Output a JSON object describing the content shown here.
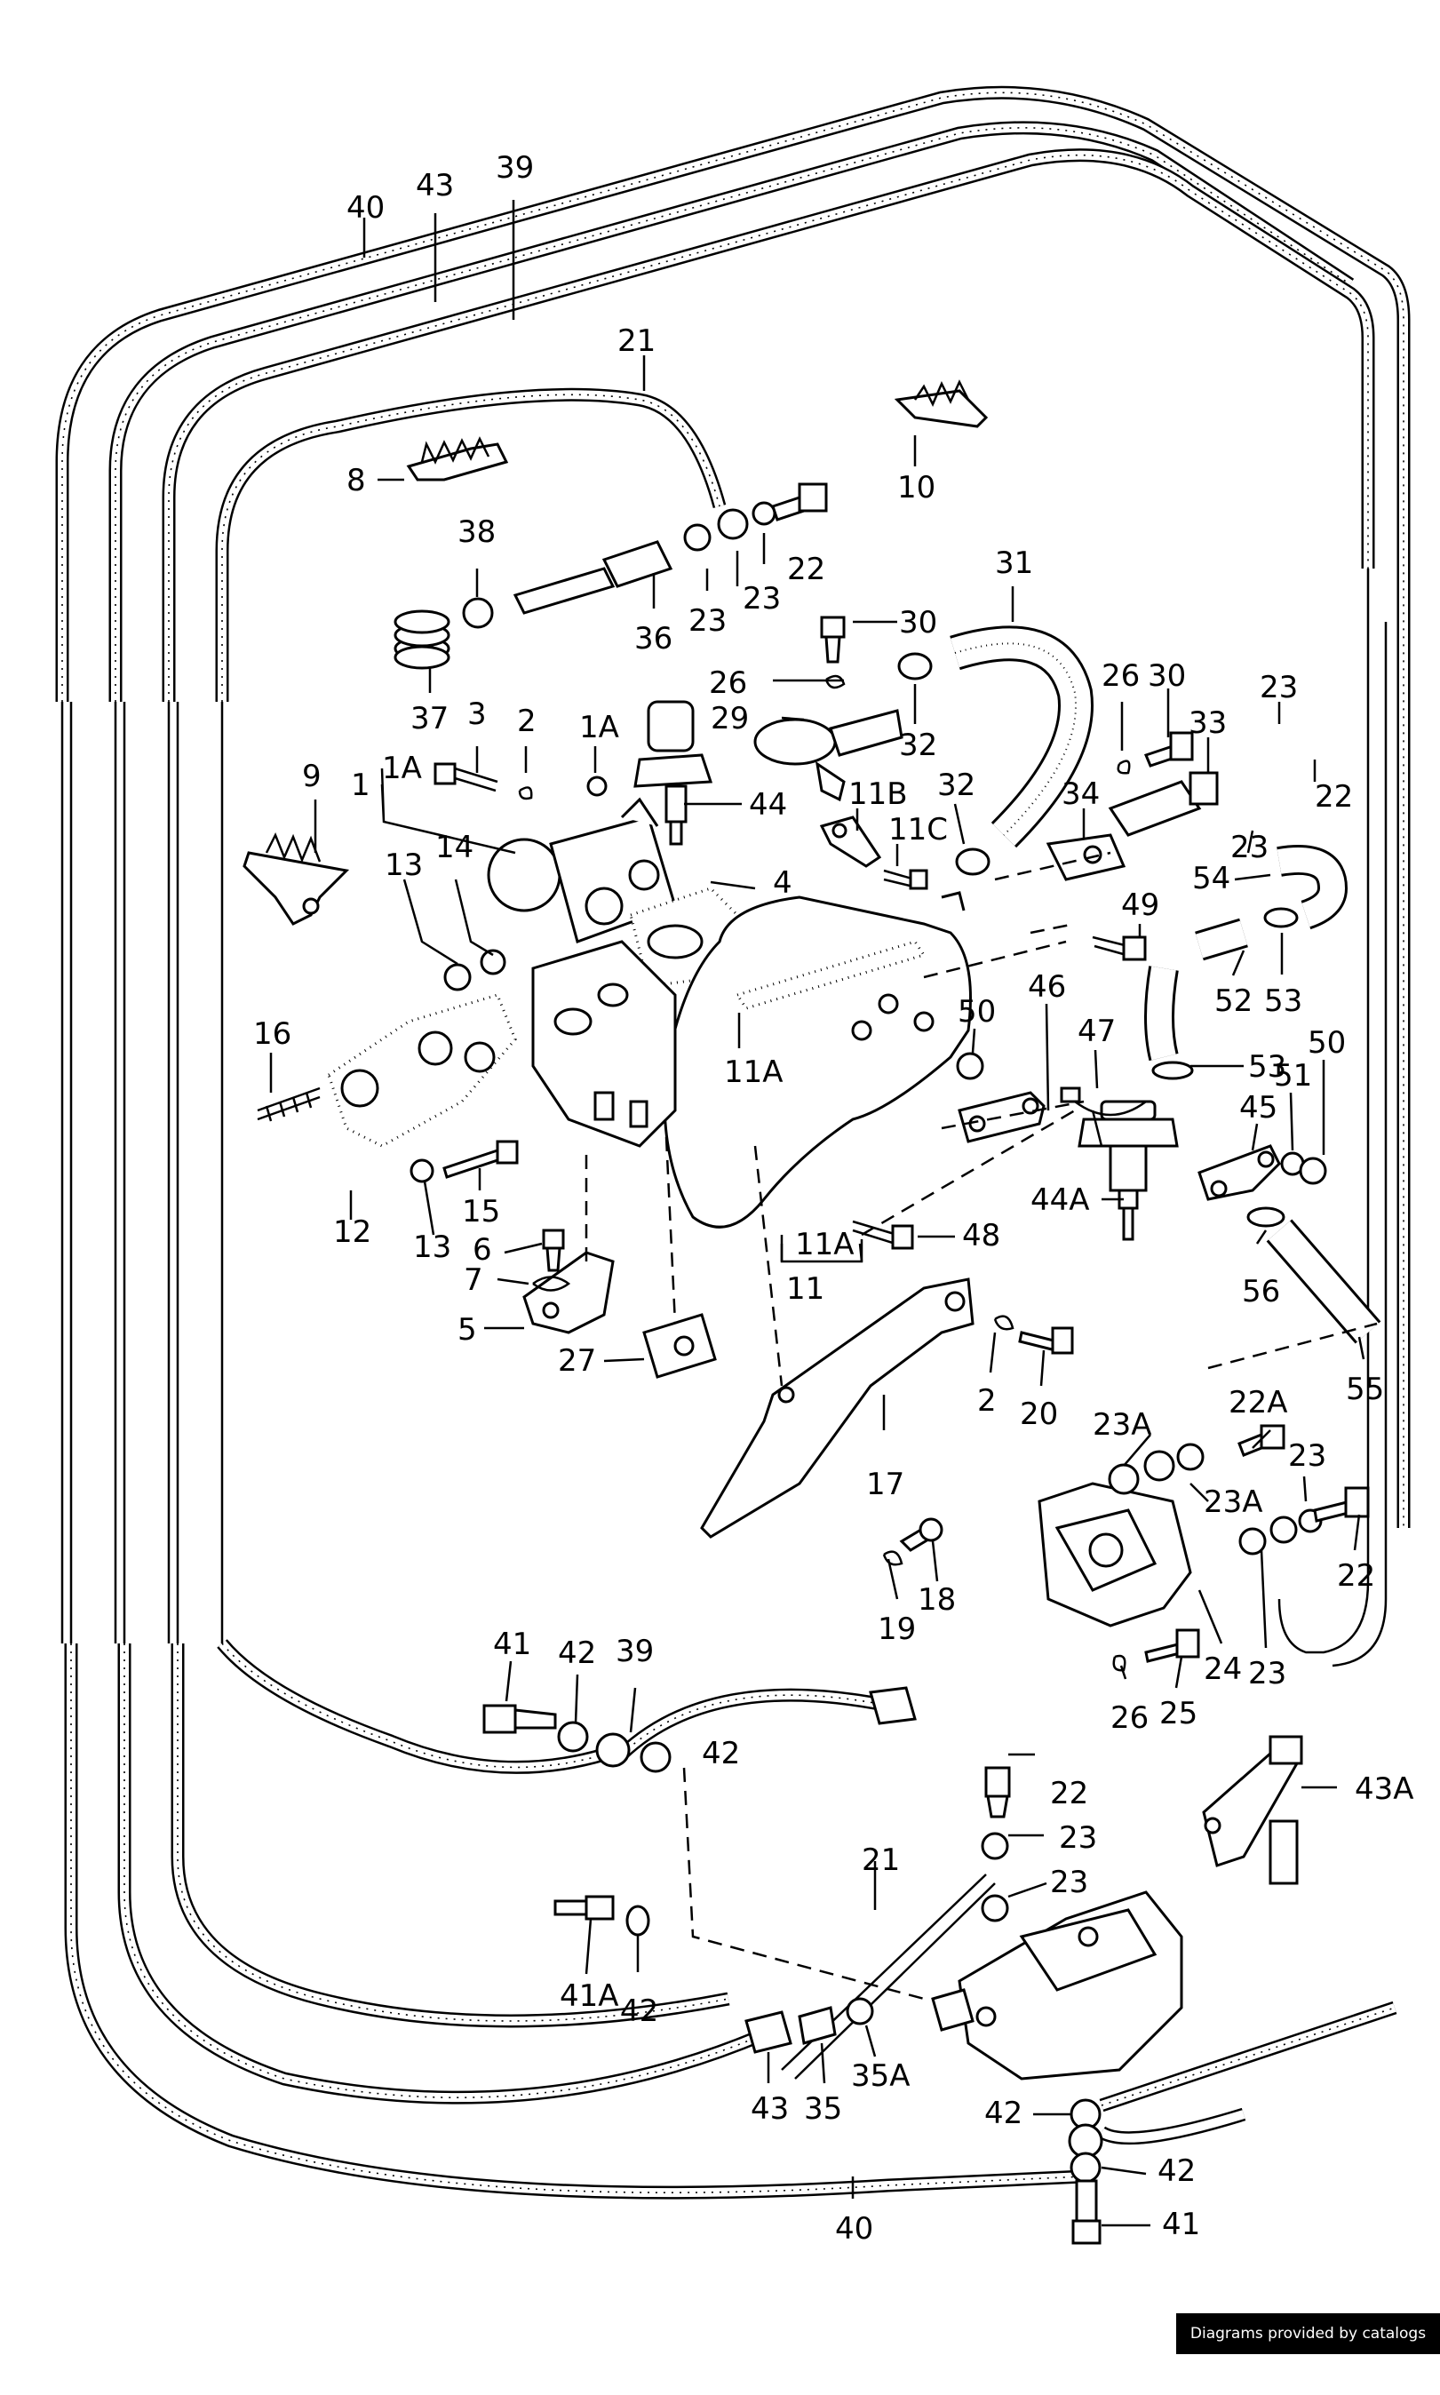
{
  "labels": {
    "l40a": "40",
    "l43a": "43",
    "l39a": "39",
    "l21a": "21",
    "l8": "8",
    "l10": "10",
    "l38": "38",
    "l36": "36",
    "l23a": "23",
    "l23b": "23",
    "l22a": "22",
    "l31": "31",
    "l30a": "30",
    "l26a": "26",
    "l29": "29",
    "l32a": "32",
    "l37": "37",
    "l3": "3",
    "l2a": "2",
    "l1A": "1A",
    "l1Ab": "1A",
    "l1": "1",
    "l44": "44",
    "l11B": "11B",
    "l11C": "11C",
    "l32b": "32",
    "l34": "34",
    "l26b": "26",
    "l30b": "30",
    "l33": "33",
    "l23c": "23",
    "l22b": "22",
    "l23d": "23",
    "l54": "54",
    "l9": "9",
    "l13a": "13",
    "l14": "14",
    "l4": "4",
    "l49": "49",
    "l52": "52",
    "l53a": "53",
    "l16": "16",
    "l11A": "11A",
    "l50a": "50",
    "l46": "46",
    "l47": "47",
    "l53b": "53",
    "l50b": "50",
    "l51": "51",
    "l45": "45",
    "l12": "12",
    "l15": "15",
    "l13b": "13",
    "l6": "6",
    "l44A": "44A",
    "l48": "48",
    "l11Ab": "11A",
    "l7": "7",
    "l11": "11",
    "l56": "56",
    "l5": "5",
    "l27": "27",
    "l2b": "2",
    "l20": "20",
    "l55": "55",
    "l23A": "23A",
    "l22A": "22A",
    "l23e": "23",
    "l17": "17",
    "l23Ab": "23A",
    "l22c": "22",
    "l18": "18",
    "l19": "19",
    "l24": "24",
    "l23f": "23",
    "l26c": "26",
    "l25": "25",
    "l41a": "41",
    "l42a": "42",
    "l39b": "39",
    "l42b": "42",
    "l22d": "22",
    "l23g": "23",
    "l43A": "43A",
    "l21b": "21",
    "l23h": "23",
    "l41A": "41A",
    "l42c": "42",
    "l35A": "35A",
    "l43b": "43",
    "l35": "35",
    "l42d": "42",
    "l42e": "42",
    "l40b": "40",
    "l41b": "41"
  },
  "footer": {
    "credit": "Diagrams provided by catalogs parts"
  }
}
